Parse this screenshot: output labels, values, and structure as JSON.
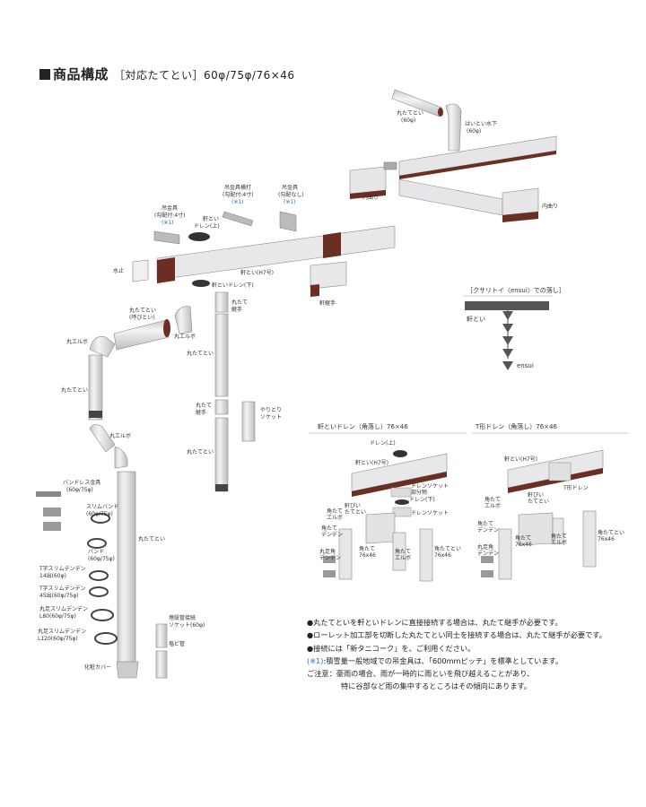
{
  "title": {
    "main": "商品構成",
    "sub": "［対応たてとい］60φ/75φ/76×46"
  },
  "labels": {
    "marutatedoi_top": "丸たてとい",
    "marutatedoi_top_size": "(60φ)",
    "haitoi": "はいとい水下",
    "haitoi_size": "(60φ)",
    "tsurikanagu_yokou": "吊金具横打",
    "tsurikanagu_yokou_spec": "(勾配付:4寸)",
    "tsurikanagu_yokou_note": "(※1)",
    "tsurikanagu_left": "吊金具",
    "tsurikanagu_left_spec": "(勾配付:4寸)",
    "tsurikanagu_left_note": "(※1)",
    "tsurikanagu_right": "吊金具",
    "tsurikanagu_right_spec": "(勾配なし)",
    "tsurikanagu_right_note": "(※1)",
    "nokidoi_drain_up": "軒とい",
    "nokidoi_drain_up2": "ドレン(上)",
    "uchimagari_left": "内曲り",
    "uchimagari_right": "内曲り",
    "mizudome": "水止",
    "nokidoi_h7": "軒とい(H7号)",
    "nokitsugite": "軒継手",
    "nokidoi_drain_down": "軒といドレン(下)",
    "marutatedoi_hikidoi": "丸たてとい",
    "marutatedoi_hikidoi2": "(呼びとい)",
    "maruelbo_top": "丸エルボ",
    "maruelbo_left": "丸エルボ",
    "marutate_tsugite1": "丸たて",
    "marutate_tsugite1b": "継手",
    "marutatedoi_mid": "丸たてとい",
    "marutatedoi_left": "丸たてとい",
    "marutate_tsugite2": "丸たて",
    "marutate_tsugite2b": "継手",
    "yaritori_socket": "やりとり",
    "yaritori_socket2": "ソケット",
    "marutatedoi_lower": "丸たてとい",
    "maruelbo_lower": "丸エルボ",
    "bandless": "バンドレス金具",
    "bandless_size": "(60φ/75φ)",
    "slim_band": "スリムバンド",
    "slim_band_size": "(60φ/75φ)",
    "band": "バンド",
    "band_size": "(60φ/75φ)",
    "t_slim_14": "T字スリムデンデン",
    "t_slim_14_size": "14出(60φ)",
    "t_slim_45": "T字スリムデンデン",
    "t_slim_45_size": "45出(60φ/75φ)",
    "maruashi_l80": "丸足スリムデンデン",
    "maruashi_l80_size": "L80(60φ/75φ)",
    "maruashi_l120": "丸足スリムデンデン",
    "maruashi_l120_size": "L120(60φ/75φ)",
    "marutatedoi_long": "丸たてとい",
    "kesho_cover": "化粧カバー",
    "maisetsu_socket": "埋設管接続",
    "maisetsu_socket2": "ソケット(60φ)",
    "enbi_kan": "塩ビ管",
    "kusaritoi_title": "［クサリトイ〈ensui〉での落し］",
    "kusaritoi_nokidoi": "軒とい",
    "kusaritoi_ensui": "ensui",
    "nokidoi_drain_title": "軒といドレン（角落し）76×46",
    "t_drain_title": "T形ドレン（角落し）76×46",
    "d1_drain_up": "ドレン(上)",
    "d1_nokidoi": "軒とい(H7号)",
    "d1_drain_socket": "ドレンソケット",
    "d1_drain_socket2": "部分物",
    "d1_drain_down": "ドレン(下)",
    "d1_drain_socket3": "ドレンソケット",
    "d1_kaku_elbo": "角たて",
    "d1_kaku_elbo2": "エルボ",
    "d1_hikidoi": "軒ぴい",
    "d1_hikidoi2": "たてとい",
    "d1_kaku_denden": "角たて",
    "d1_kaku_denden2": "デンデン",
    "d1_maruashi": "丸足角",
    "d1_maruashi2": "デンデン",
    "d1_kakutate": "角たて",
    "d1_kakutate_size": "76x46",
    "d1_kakutate2": "角たてとい",
    "d1_kakutate2_size": "76x46",
    "d1_kakuelbo2": "角たて",
    "d1_kakuelbo2b": "エルボ",
    "d2_nokidoi": "軒とい(H7号)",
    "d2_t_drain": "T形ドレン",
    "d2_kaku_elbo": "角たて",
    "d2_kaku_elbo2": "エルボ",
    "d2_hikidoi": "軒ぴい",
    "d2_hikidoi2": "たてとい",
    "d2_kaku_denden": "角たて",
    "d2_kaku_denden2": "デンデン",
    "d2_maruashi": "丸足角",
    "d2_maruashi2": "デンデン",
    "d2_kakutate": "角たて",
    "d2_kakutate_size": "76x46",
    "d2_kakuelbo": "角たて",
    "d2_kakuelbo2": "エルボ",
    "d2_kakutate2": "角たてとい",
    "d2_kakutate2_size": "76x46"
  },
  "notes": {
    "line1": "●丸たてといを軒といドレンに直接接続する場合は、丸たて継手が必要です。",
    "line2": "●ローレット加工部を切断した丸たてとい同士を接続する場合は、丸たて継手が必要です。",
    "line3": "●接続には「新タニコーク」を、ご利用ください。",
    "line4_mark": "(※1)",
    "line4": ":積雪量一般地域での吊金具は、「600mmピッチ」を標準としています。",
    "line5": "ご注意：豪雨の場合、雨が一時的に雨といを飛び越えることがあり、",
    "line6": "特に谷部など雨の集中するところはその傾向にあります。"
  },
  "colors": {
    "brown": "#6b2e22",
    "pipe": "#e4e4e6",
    "blue": "#2a6fb5",
    "bar": "#555555"
  }
}
